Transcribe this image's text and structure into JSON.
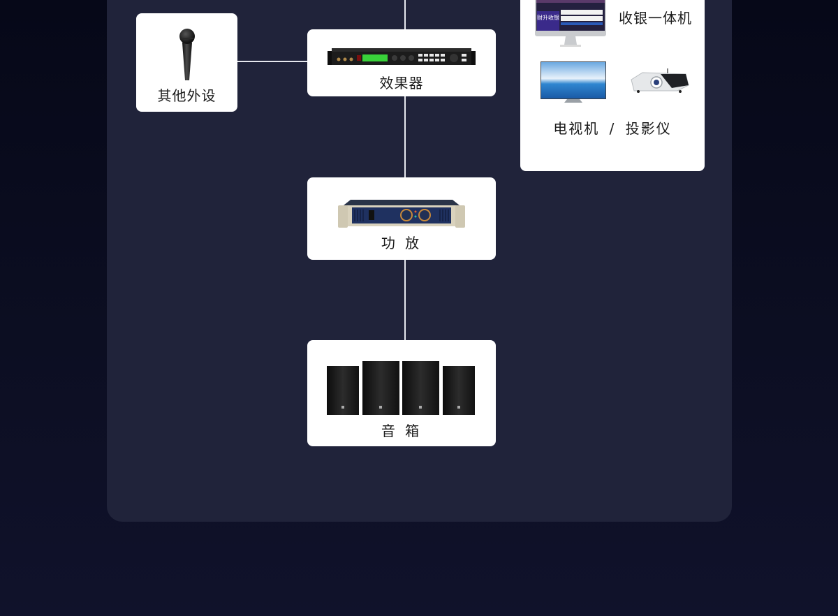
{
  "diagram": {
    "nodes": {
      "peripherals": {
        "label": "其他外设",
        "icon": "microphone-icon"
      },
      "effects": {
        "label": "效果器",
        "icon": "effects-processor-icon"
      },
      "amplifier": {
        "label": "功 放",
        "icon": "power-amplifier-icon"
      },
      "speakers": {
        "label": "音 箱",
        "icon": "speakers-icon"
      },
      "pos": {
        "label": "收银一体机",
        "icon": "pos-terminal-icon",
        "screen_title": "财升收银"
      },
      "display": {
        "label": "电视机 / 投影仪",
        "icons": [
          "tv-icon",
          "projector-icon"
        ]
      }
    },
    "edges": [
      [
        "peripherals",
        "effects"
      ],
      [
        "effects",
        "amplifier"
      ],
      [
        "amplifier",
        "speakers"
      ]
    ]
  },
  "colors": {
    "background_top": "#060818",
    "background_bottom": "#10122b",
    "panel": "#20233a",
    "card": "#ffffff",
    "connector": "#e6e8ee",
    "lcd_green": "#39d23a"
  }
}
